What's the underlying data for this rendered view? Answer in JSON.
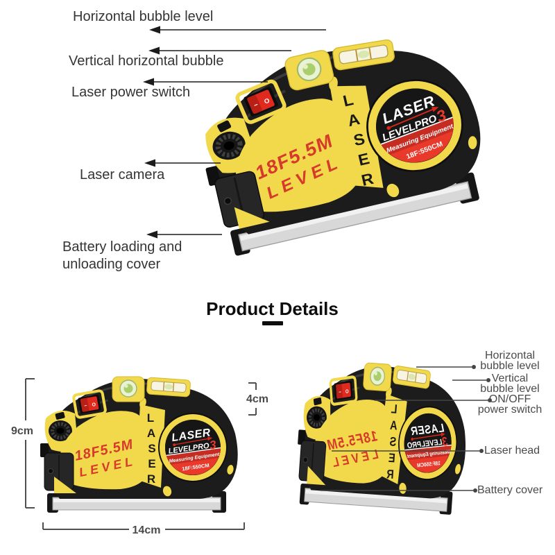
{
  "top_section": {
    "labels": {
      "horizontal_bubble": "Horizontal bubble level",
      "vertical_bubble": "Vertical horizontal bubble",
      "power_switch": "Laser power switch",
      "laser_camera": "Laser camera",
      "battery_line1": "Battery loading and",
      "battery_line2": "unloading cover"
    }
  },
  "heading": {
    "title": "Product Details"
  },
  "product": {
    "model_line1": "18F5.5M",
    "model_line2": "LEVEL",
    "laser_letters": [
      "L",
      "A",
      "S",
      "E",
      "R"
    ],
    "logo": {
      "title": "LASER",
      "series": "LEVELPRO",
      "number": "3",
      "tagline": "Measuring Equipment",
      "spec": "18F:550CM"
    },
    "switch": {
      "on_mark": "−",
      "off_mark": "O"
    },
    "colors": {
      "body_black": "#1c1c1c",
      "panel_yellow": "#f2d94b",
      "accent_red": "#e8392b",
      "text_red": "#d63a2b",
      "vial_green": "#a9ce6b",
      "rail_silver": "#d8d8d8"
    }
  },
  "bottom_left": {
    "dim_height": "9cm",
    "dim_width": "14cm",
    "dim_depth": "4cm"
  },
  "bottom_right": {
    "labels": {
      "horizontal_line1": "Horizontal",
      "horizontal_line2": "bubble level",
      "vertical_line1": "Vertical",
      "vertical_line2": "bubble level",
      "switch_line1": "ON/OFF",
      "switch_line2": "power switch",
      "laser_head": "Laser head",
      "battery": "Battery cover"
    }
  }
}
